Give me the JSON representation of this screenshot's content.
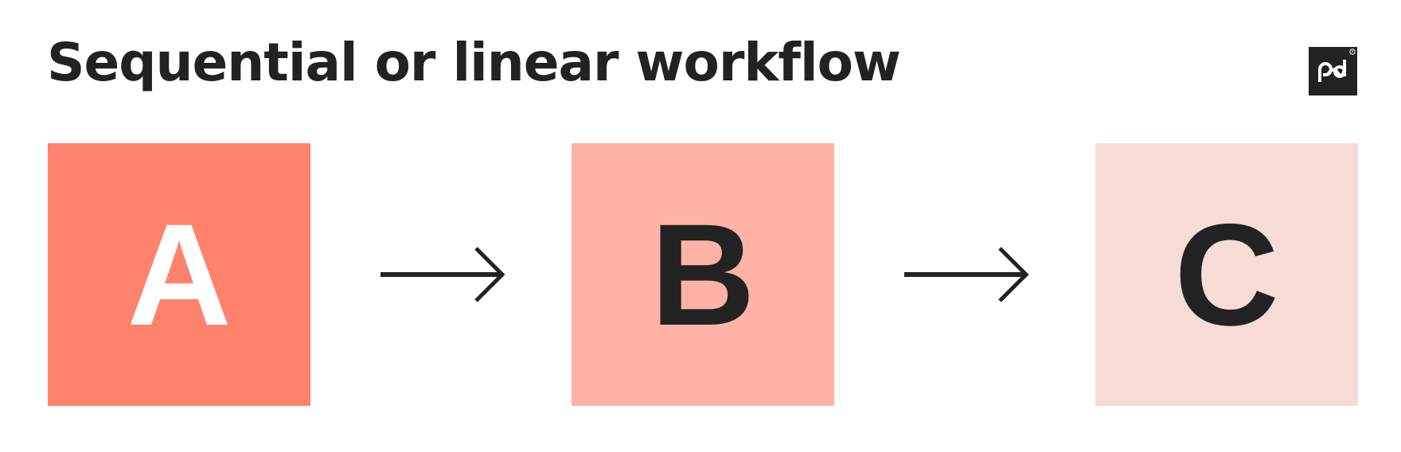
{
  "title": "Sequential or linear workflow",
  "logo": {
    "icon": "pd-logo-icon",
    "background_color": "#222222",
    "mark_color": "#ffffff"
  },
  "steps": [
    {
      "label": "A",
      "background_color": "#ff826c",
      "text_color": "#ffffff"
    },
    {
      "label": "B",
      "background_color": "#ffb3a7",
      "text_color": "#222222"
    },
    {
      "label": "C",
      "background_color": "#f7dbd6",
      "text_color": "#222222"
    }
  ],
  "connectors": [
    {
      "icon": "arrow-right-icon",
      "from": "A",
      "to": "B",
      "color": "#222222"
    },
    {
      "icon": "arrow-right-icon",
      "from": "B",
      "to": "C",
      "color": "#222222"
    }
  ]
}
